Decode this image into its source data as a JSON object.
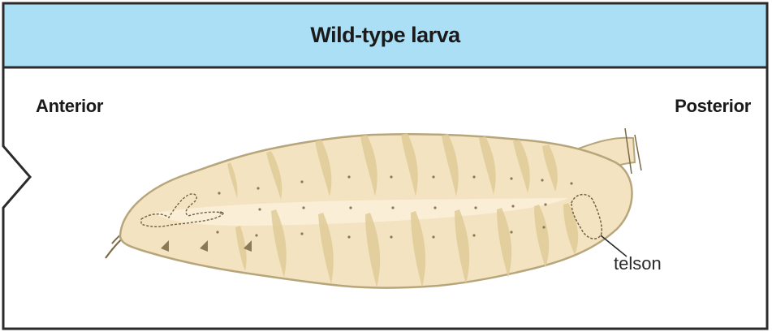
{
  "title": "Wild-type larva",
  "labels": {
    "anterior": "Anterior",
    "posterior": "Posterior",
    "telson": "telson"
  },
  "colors": {
    "header_bg": "#abdff5",
    "body_fill": "#f4e3c0",
    "body_outline": "#b7a67c",
    "band": "#e0cc98",
    "border": "#2b2b2b"
  }
}
